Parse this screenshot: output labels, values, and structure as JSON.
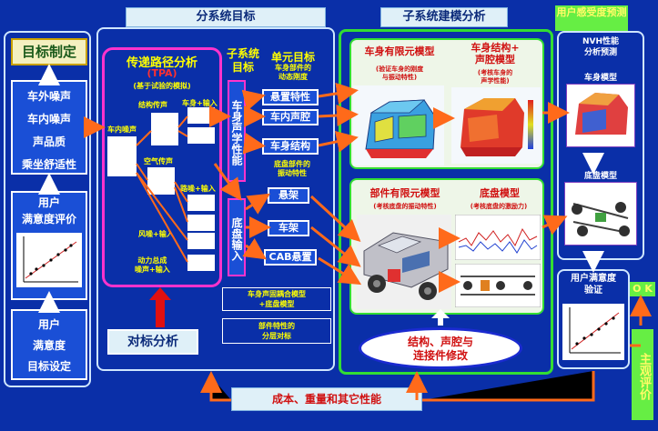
{
  "header": {
    "subsystem_target": "分系统目标",
    "subsystem_modeling": "子系统建模分析",
    "user_perception": "用户感受度预测"
  },
  "left_column": {
    "title": "目标制定",
    "items": [
      "车外噪声",
      "车内噪声",
      "声品质",
      "乘坐舒适性"
    ],
    "satisfaction_eval": [
      "用户",
      "满意度评价"
    ],
    "user_target": [
      "用户",
      "满意度",
      "目标设定"
    ]
  },
  "tpa": {
    "title": "传递路径分析",
    "subtitle": "(TPA)",
    "note": "(基于试验的模拟)",
    "labels": {
      "structure_path": "结构传声",
      "body_input": "车身+输入",
      "cabin_noise": "车内噪声",
      "air_path": "空气传声",
      "road_input": "路噪+输入",
      "wind_input": "风噪+输入",
      "power_input": "动力总成\n噪声+输入"
    },
    "benchmark": "对标分析"
  },
  "subsystem_target": {
    "label": "子系统\n目标",
    "body_acoustic": "车身声学性能",
    "chassis_input": "底盘输入"
  },
  "unit_target": {
    "title": "单元目标",
    "body_dynamic": "车身部件的\n动态刚度",
    "suspension": "悬置特性",
    "cabin_cavity": "车内声腔",
    "body_structure": "车身结构",
    "chassis_vibration": "底盘部件的\n振动特性",
    "suspension_frame": "悬架",
    "frame": "车架",
    "cab_mount": "CAB悬置",
    "coupled_model": "车身声固耦合模型\n+底盘模型",
    "component_benchmark": "部件特性的\n分层对标"
  },
  "modeling": {
    "body_fem": "车身有限元模型",
    "body_fem_note": "(验证车身的刚度\n与振动特性)",
    "body_acoustic_model": "车身结构+\n声腔模型",
    "body_acoustic_note": "(考核车身的\n声学性能)",
    "component_fem": "部件有限元模型",
    "component_fem_note": "(考核底盘的振动特性)",
    "chassis_model": "底盘模型",
    "chassis_model_note": "(考核底盘的激励力)",
    "modify": "结构、声腔与\n连接件修改"
  },
  "prediction": {
    "nvh_title": "NVH性能\n分析预测",
    "body_model": "车身模型",
    "chassis_model": "底盘模型",
    "user_verify": "用户满意度\n验证",
    "ok": "O K",
    "subjective": "主观评价"
  },
  "footer": {
    "cost_weight": "成本、重量和其它性能"
  },
  "colors": {
    "background": "#0a2fa8",
    "panel_border": "#33dd33",
    "accent_orange": "#ff6a1a",
    "title_yellow": "#ffff00",
    "tpa_magenta": "#ff33cc"
  }
}
